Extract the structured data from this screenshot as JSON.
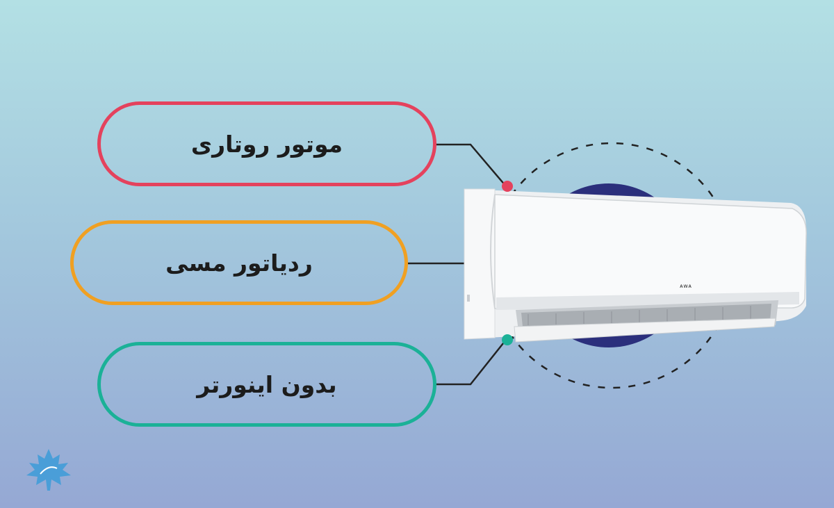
{
  "features": [
    {
      "label": "موتور روتاری",
      "color": "#e4425d"
    },
    {
      "label": "ردیاتور مسی",
      "color": "#f0a022"
    },
    {
      "label": "بدون اینورتر",
      "color": "#1bb197"
    }
  ],
  "product": {
    "brand": "ᴀᴡᴀ",
    "type": "air-conditioner-indoor-unit"
  },
  "logo": {
    "icon": "maple-leaf-logo-icon",
    "color": "#4a9ed8"
  }
}
